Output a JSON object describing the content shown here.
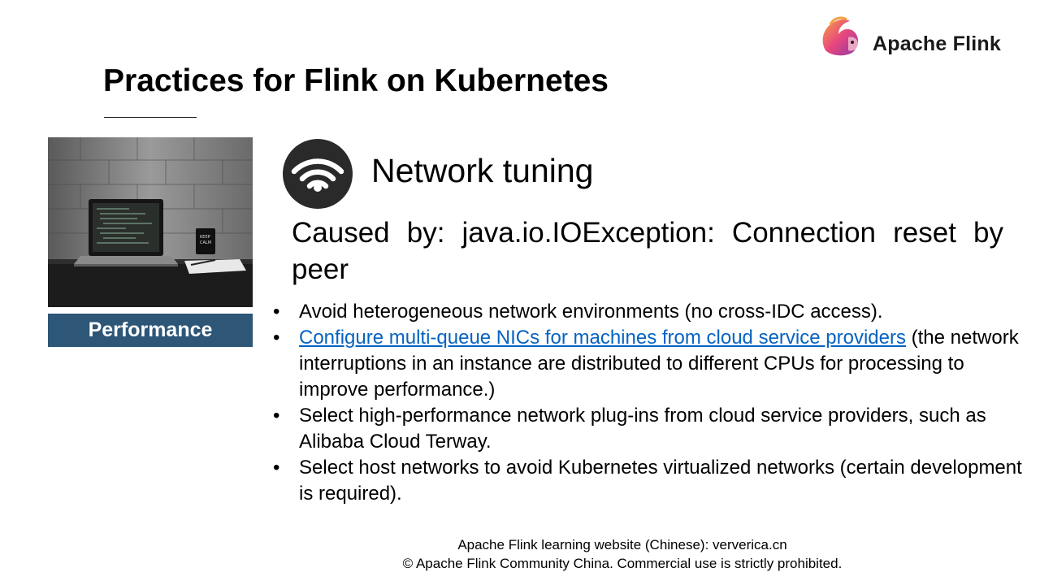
{
  "brand": {
    "name": "Apache Flink"
  },
  "slide": {
    "title": "Practices for Flink on Kubernetes",
    "category_label": "Performance",
    "section_title": "Network tuning",
    "cause": "Caused by: java.io.IOException: Connection reset by peer",
    "bullet_glyph": "•",
    "bullets": [
      {
        "text": "Avoid heterogeneous network environments (no cross-IDC access)."
      },
      {
        "link": "Configure multi-queue NICs for machines from cloud service providers",
        "text": " (the network interruptions in an instance are distributed to different CPUs for processing to improve performance.)"
      },
      {
        "text": "Select high-performance network plug-ins from cloud service providers, such as Alibaba Cloud Terway."
      },
      {
        "text": "Select host networks to avoid Kubernetes virtualized networks (certain development is required)."
      }
    ]
  },
  "footer": {
    "line1": "Apache Flink learning website (Chinese): ververica.cn",
    "line2": "© Apache Flink Community China. Commercial use is strictly prohibited."
  },
  "icons": {
    "logo": "squirrel-logo-icon",
    "wifi": "wifi-icon"
  },
  "colors": {
    "banner": "#2d5677",
    "link": "#0563c1",
    "icon_bg": "#2a2a2a"
  }
}
